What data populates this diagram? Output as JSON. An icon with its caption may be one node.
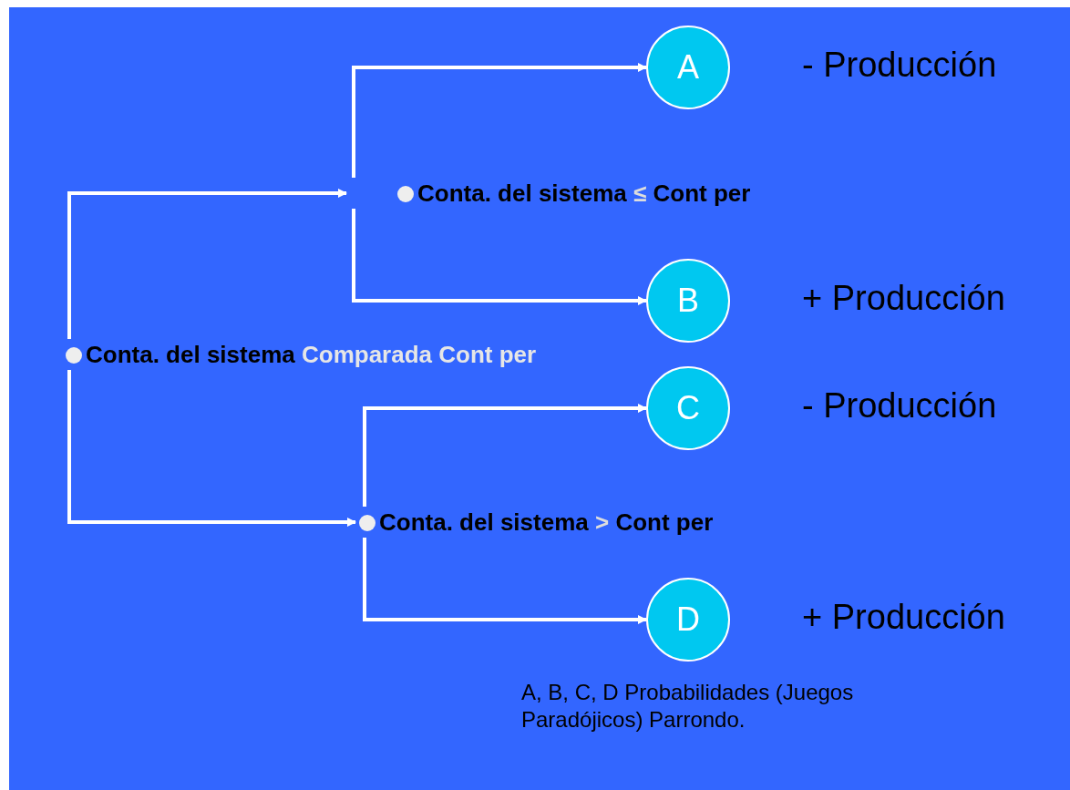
{
  "diagram": {
    "nodes": [
      {
        "text": [
          "Conta. del sistema",
          "Comparada Cont per"
        ]
      },
      {
        "text": [
          "Conta. del sistema",
          "≤",
          "Cont per"
        ]
      },
      {
        "text": [
          "Conta. del sistema",
          ">",
          "Cont per"
        ]
      },
      {
        "text": [
          "A"
        ],
        "beside": [
          "- Producción"
        ]
      },
      {
        "text": [
          "B"
        ],
        "beside": [
          "+ Producción"
        ]
      },
      {
        "text": [
          "C"
        ],
        "beside": [
          "- Producción"
        ]
      },
      {
        "text": [
          "D"
        ],
        "beside": [
          "+ Producción"
        ]
      }
    ],
    "edges": [
      {
        "from": 0,
        "to": 1,
        "arrow": "to"
      },
      {
        "from": 0,
        "to": 2,
        "arrow": "to"
      },
      {
        "from": 1,
        "to": 3,
        "arrow": "to"
      },
      {
        "from": 1,
        "to": 4,
        "arrow": "to"
      },
      {
        "from": 2,
        "to": 5,
        "arrow": "to"
      },
      {
        "from": 2,
        "to": 6,
        "arrow": "to"
      }
    ],
    "labels": [
      "A, B, C, D Probabilidades (Juegos Paradójicos) Parrondo."
    ]
  }
}
